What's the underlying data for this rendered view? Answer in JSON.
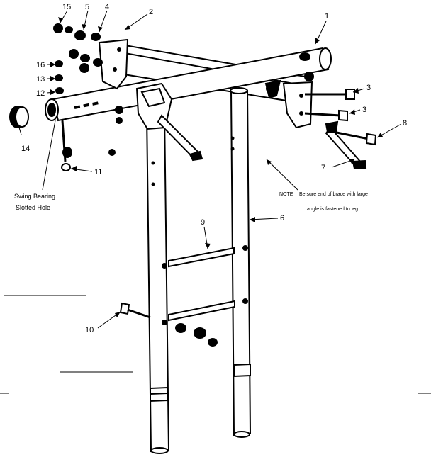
{
  "callouts": {
    "c1": "1",
    "c2": "2",
    "c3a": "3",
    "c3b": "3",
    "c4": "4",
    "c5": "5",
    "c6": "6",
    "c7": "7",
    "c8": "8",
    "c9": "9",
    "c10": "10",
    "c11": "11",
    "c12": "12",
    "c13": "13",
    "c14": "14",
    "c15": "15",
    "c16": "16"
  },
  "swing_bearing": {
    "line1": "Swing Bearing",
    "line2": "Slotted Hole"
  },
  "note": {
    "title": "NOTE",
    "line1": "Be sure end of brace with large",
    "line2": "angle is fastened to leg."
  },
  "colors": {
    "ink": "#000000",
    "paper": "#ffffff"
  }
}
